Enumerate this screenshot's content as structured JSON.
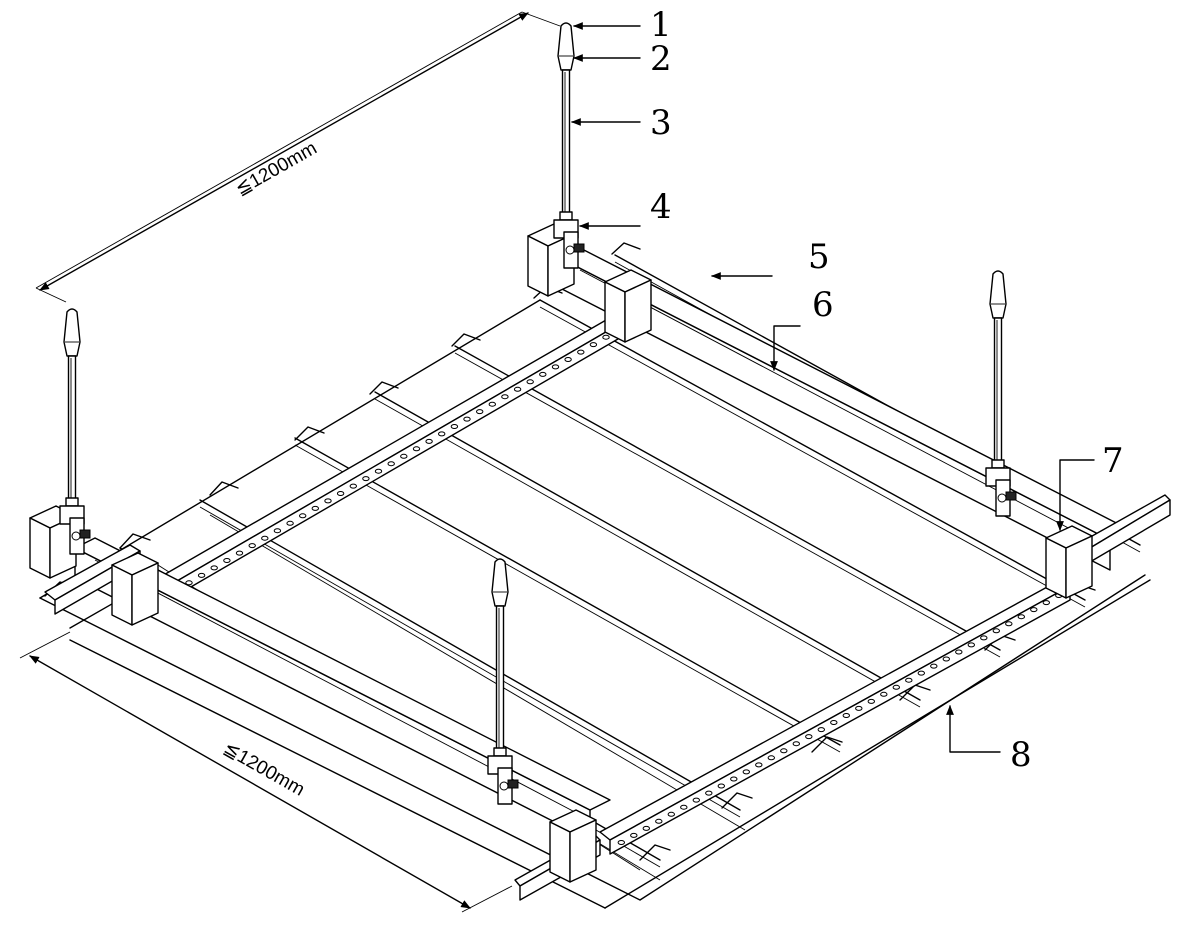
{
  "callouts": [
    {
      "label": "1"
    },
    {
      "label": "2"
    },
    {
      "label": "3"
    },
    {
      "label": "4"
    },
    {
      "label": "5"
    },
    {
      "label": "6"
    },
    {
      "label": "7"
    },
    {
      "label": "8"
    }
  ],
  "dimensions": {
    "top_span": "≦1200mm",
    "bottom_span": "≦1200mm"
  }
}
